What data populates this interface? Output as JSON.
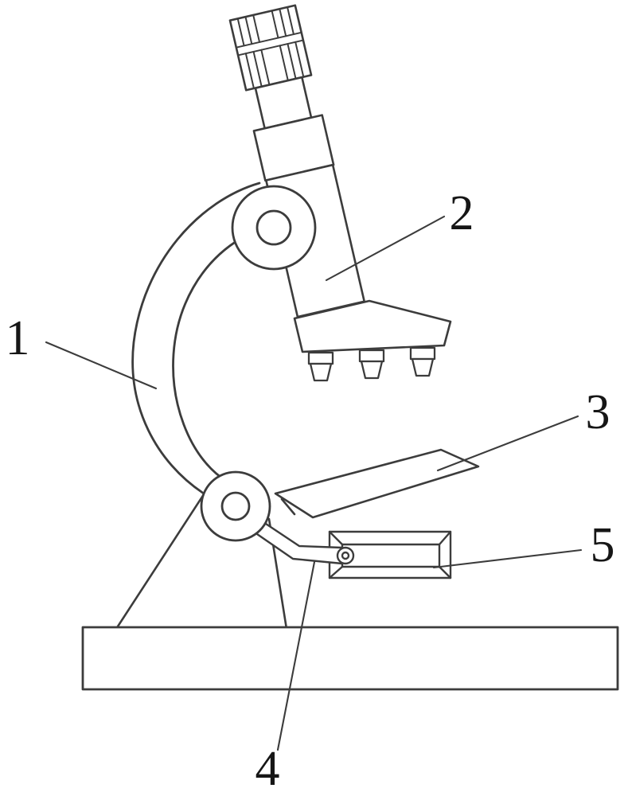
{
  "figure": {
    "background": "#ffffff",
    "line_color": "#3c3c3c",
    "label_color": "#161616",
    "labels": [
      {
        "text": "1",
        "part": "curved-support-arm"
      },
      {
        "text": "2",
        "part": "body-tube"
      },
      {
        "text": "3",
        "part": "specimen-stage"
      },
      {
        "text": "4",
        "part": "adjustment-bracket"
      },
      {
        "text": "5",
        "part": "reflector-frame"
      }
    ]
  }
}
